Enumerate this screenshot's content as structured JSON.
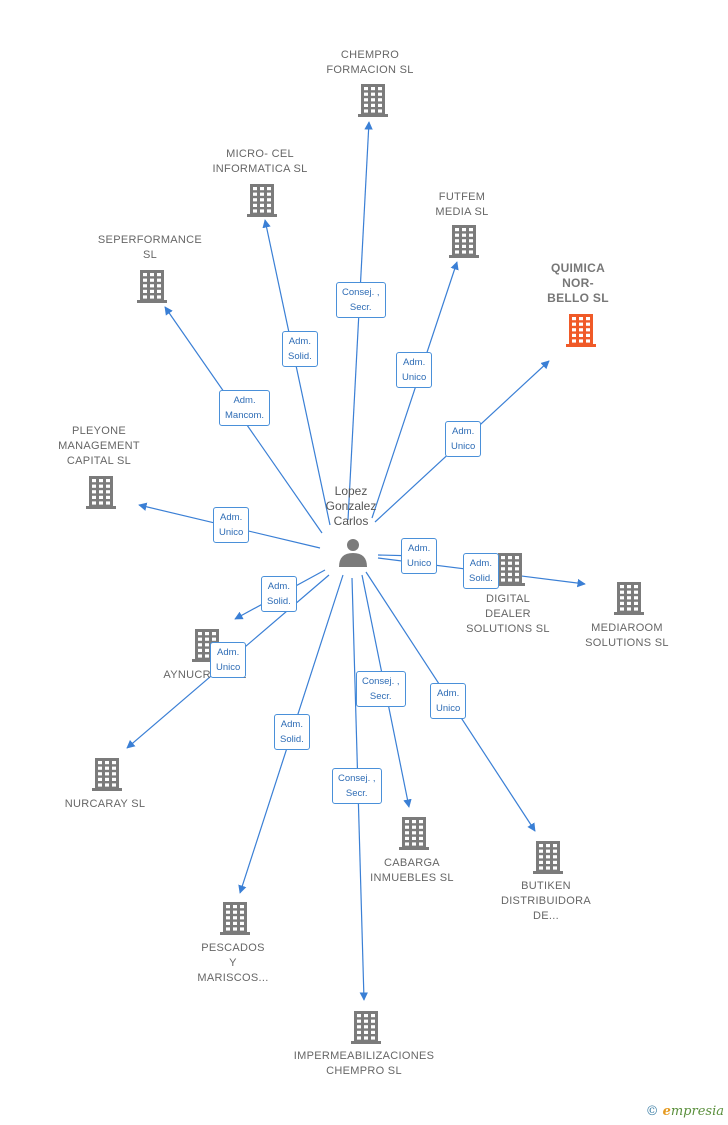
{
  "person": {
    "name_lines": [
      "Lopez",
      "Gonzalez",
      "Carlos"
    ]
  },
  "colors": {
    "edge": "#3a7fd5",
    "building": "#7b7b7b",
    "highlight": "#f05a28",
    "text": "#666666"
  },
  "companies": [
    {
      "id": "chempro-formacion",
      "lines": [
        "CHEMPRO",
        "FORMACION SL"
      ],
      "highlight": false
    },
    {
      "id": "micro-cel",
      "lines": [
        "MICRO- CEL",
        "INFORMATICA SL"
      ],
      "highlight": false
    },
    {
      "id": "futfem",
      "lines": [
        "FUTFEM",
        "MEDIA  SL"
      ],
      "highlight": false
    },
    {
      "id": "quimica-nor-bello",
      "lines": [
        "QUIMICA",
        "NOR-",
        "BELLO  SL"
      ],
      "highlight": true
    },
    {
      "id": "seperformance",
      "lines": [
        "SEPERFORMANCE",
        "SL"
      ],
      "highlight": false
    },
    {
      "id": "pleyone",
      "lines": [
        "PLEYONE",
        "MANAGEMENT",
        "CAPITAL  SL"
      ],
      "highlight": false
    },
    {
      "id": "digital-dealer",
      "lines": [
        "DIGITAL",
        "DEALER",
        "SOLUTIONS  SL"
      ],
      "highlight": false
    },
    {
      "id": "mediaroom",
      "lines": [
        "MEDIAROOM",
        "SOLUTIONS  SL"
      ],
      "highlight": false
    },
    {
      "id": "aynucrom",
      "lines": [
        "AYNUCROM SL"
      ],
      "highlight": false
    },
    {
      "id": "nurcaray",
      "lines": [
        "NURCARAY SL"
      ],
      "highlight": false
    },
    {
      "id": "cabarga",
      "lines": [
        "CABARGA",
        "INMUEBLES SL"
      ],
      "highlight": false
    },
    {
      "id": "butiken",
      "lines": [
        "BUTIKEN",
        "DISTRIBUIDORA",
        "DE..."
      ],
      "highlight": false
    },
    {
      "id": "pescados",
      "lines": [
        "PESCADOS",
        "Y",
        "MARISCOS..."
      ],
      "highlight": false
    },
    {
      "id": "impermeabilizaciones",
      "lines": [
        "IMPERMEABILIZACIONES",
        "CHEMPRO SL"
      ],
      "highlight": false
    }
  ],
  "relations": [
    {
      "target": "chempro-formacion",
      "lines": [
        "Consej. ,",
        "Secr."
      ]
    },
    {
      "target": "micro-cel",
      "lines": [
        "Adm.",
        "Solid."
      ]
    },
    {
      "target": "futfem",
      "lines": [
        "Adm.",
        "Unico"
      ]
    },
    {
      "target": "quimica-nor-bello",
      "lines": [
        "Adm.",
        "Unico"
      ]
    },
    {
      "target": "seperformance",
      "lines": [
        "Adm.",
        "Mancom."
      ]
    },
    {
      "target": "pleyone",
      "lines": [
        "Adm.",
        "Unico"
      ]
    },
    {
      "target": "digital-dealer",
      "lines": [
        "Adm.",
        "Unico"
      ]
    },
    {
      "target": "mediaroom",
      "lines": [
        "Adm.",
        "Solid."
      ]
    },
    {
      "target": "aynucrom",
      "lines": [
        "Adm.",
        "Solid."
      ]
    },
    {
      "target": "nurcaray",
      "lines": [
        "Adm.",
        "Unico"
      ]
    },
    {
      "target": "cabarga",
      "lines": [
        "Consej. ,",
        "Secr."
      ]
    },
    {
      "target": "butiken",
      "lines": [
        "Adm.",
        "Unico"
      ]
    },
    {
      "target": "pescados",
      "lines": [
        "Adm.",
        "Solid."
      ]
    },
    {
      "target": "impermeabilizaciones",
      "lines": [
        "Consej. ,",
        "Secr."
      ]
    }
  ],
  "brand": {
    "copyright": "©",
    "initial": "e",
    "rest": "mpresia"
  }
}
